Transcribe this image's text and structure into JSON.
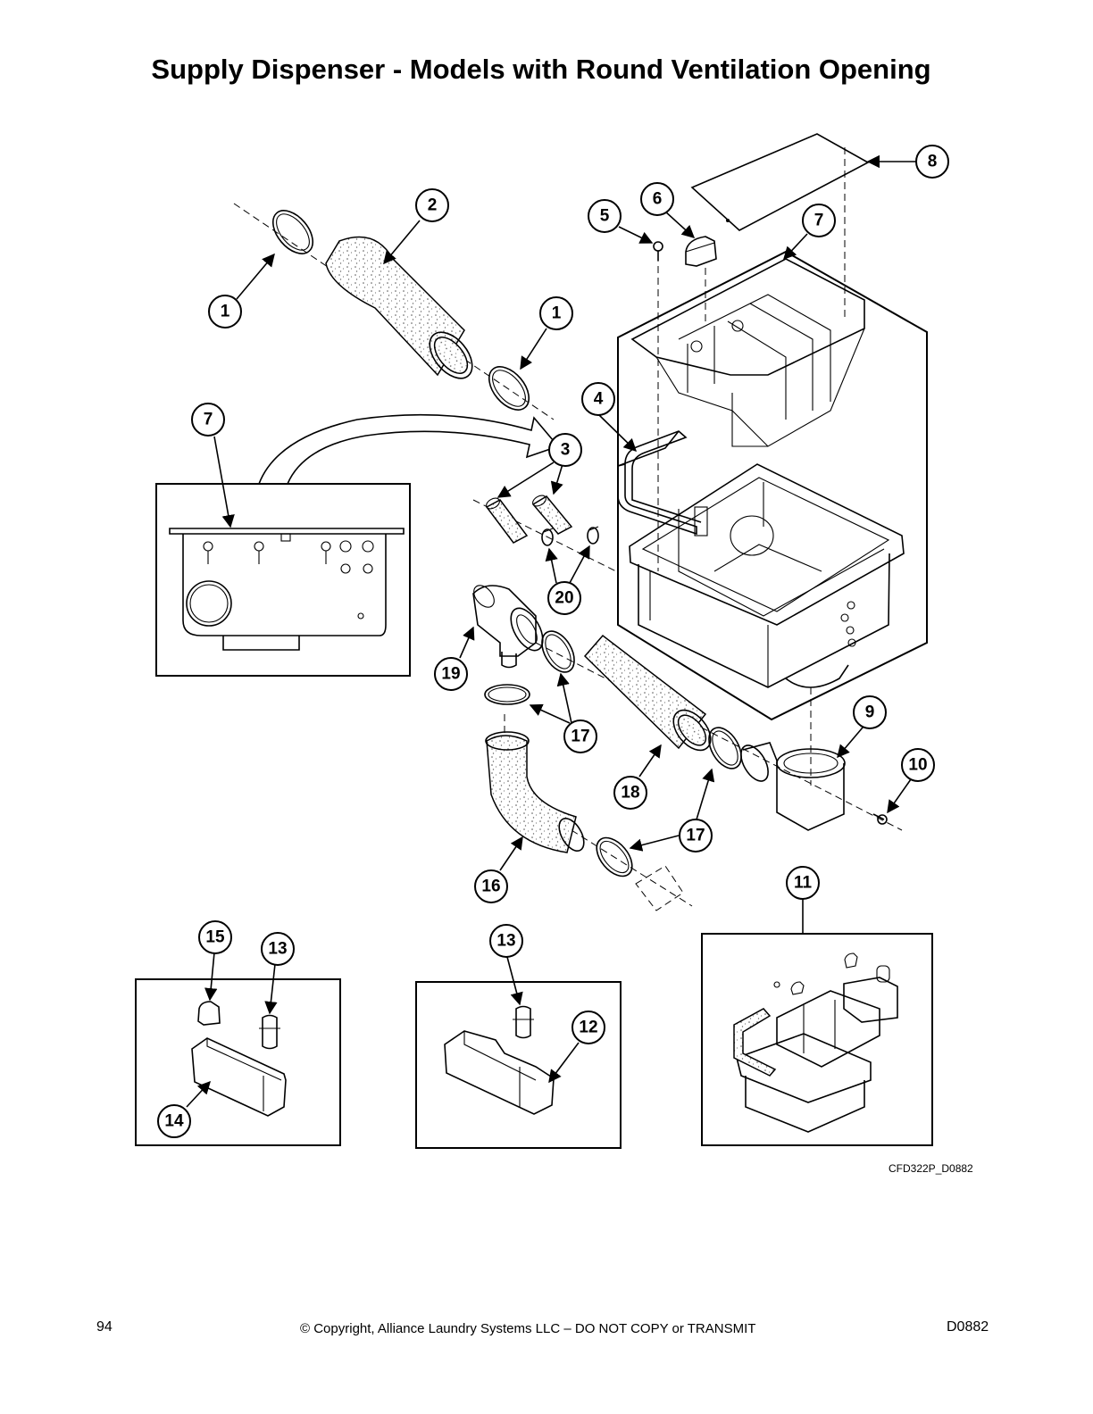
{
  "title": "Supply Dispenser - Models with Round Ventilation Opening",
  "callouts": [
    {
      "id": "c1a",
      "num": "1"
    },
    {
      "id": "c2",
      "num": "2"
    },
    {
      "id": "c1b",
      "num": "1"
    },
    {
      "id": "c4",
      "num": "4"
    },
    {
      "id": "c3",
      "num": "3"
    },
    {
      "id": "c5",
      "num": "5"
    },
    {
      "id": "c6",
      "num": "6"
    },
    {
      "id": "c7a",
      "num": "7"
    },
    {
      "id": "c8",
      "num": "8"
    },
    {
      "id": "c7b",
      "num": "7"
    },
    {
      "id": "c20",
      "num": "20"
    },
    {
      "id": "c19",
      "num": "19"
    },
    {
      "id": "c17a",
      "num": "17"
    },
    {
      "id": "c18",
      "num": "18"
    },
    {
      "id": "c9",
      "num": "9"
    },
    {
      "id": "c10",
      "num": "10"
    },
    {
      "id": "c17b",
      "num": "17"
    },
    {
      "id": "c16",
      "num": "16"
    },
    {
      "id": "c11",
      "num": "11"
    },
    {
      "id": "c15",
      "num": "15"
    },
    {
      "id": "c13a",
      "num": "13"
    },
    {
      "id": "c14",
      "num": "14"
    },
    {
      "id": "c13b",
      "num": "13"
    },
    {
      "id": "c12",
      "num": "12"
    }
  ],
  "figure_id": "CFD322P_D0882",
  "footer": {
    "page_number": "94",
    "copyright": "© Copyright, Alliance Laundry Systems LLC – DO NOT COPY or TRANSMIT",
    "doc_code": "D0882"
  }
}
